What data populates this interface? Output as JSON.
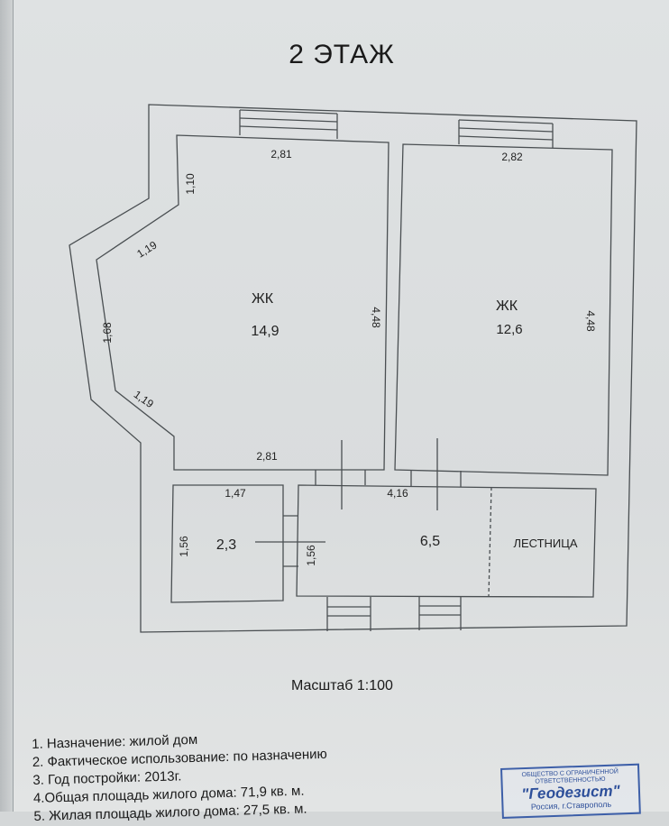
{
  "title": "2 ЭТАЖ",
  "rooms": {
    "room1": {
      "type": "ЖК",
      "area": "14,9"
    },
    "room2": {
      "type": "ЖК",
      "area": "12,6"
    },
    "room3": {
      "area": "2,3"
    },
    "room4": {
      "area": "6,5"
    },
    "stairs": {
      "label": "ЛЕСТНИЦА"
    }
  },
  "dimensions": {
    "r1_top": "2,81",
    "r1_bottom": "2,81",
    "r1_right": "4,48",
    "r1_diag_upper": "1,10",
    "r1_diag_mid": "1,19",
    "r1_left": "1,68",
    "r1_diag_lower": "1,19",
    "r2_top": "2,82",
    "r2_right": "4,48",
    "r3_top": "1,47",
    "r3_left": "1,56",
    "r4_left": "1,56",
    "r4_top": "4,16"
  },
  "scale": "Масштаб 1:100",
  "notes": [
    "1. Назначение: жилой дом",
    "2. Фактическое использование: по назначению",
    "3. Год постройки: 2013г.",
    "4.Общая площадь жилого дома: 71,9 кв. м.",
    "5. Жилая площадь жилого дома: 27,5 кв. м."
  ],
  "stamp": {
    "line1": "ОБЩЕСТВО С ОГРАНИЧЕННОЙ ОТВЕТСТВЕННОСТЬЮ",
    "name": "\"Геодезист\"",
    "line3": "Россия, г.Ставрополь"
  }
}
